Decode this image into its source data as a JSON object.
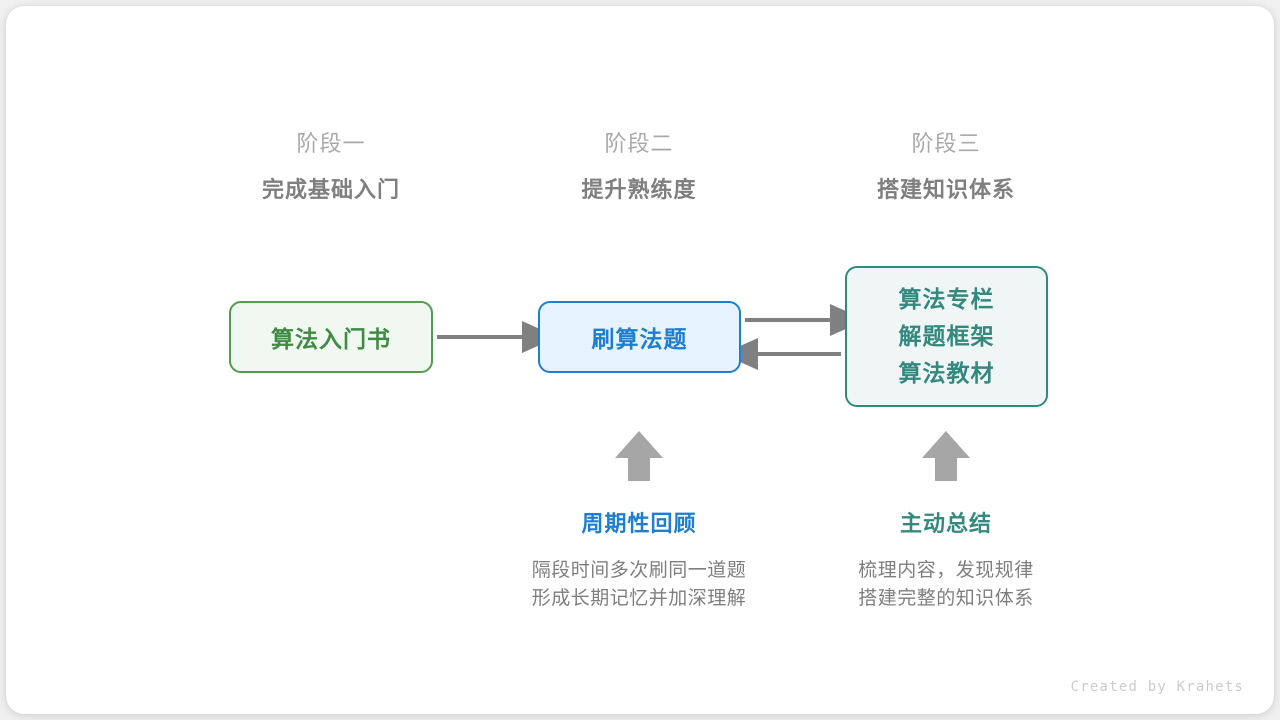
{
  "diagram": {
    "title_credit": "Created by Krahets",
    "colors": {
      "green": "#3f8b43",
      "green_border": "#539b52",
      "green_fill": "#f1f8f1",
      "blue": "#1f7ed0",
      "blue_border": "#1b80d4",
      "blue_fill": "#e6f3fc",
      "teal": "#34897f",
      "teal_border": "#2e8b80",
      "teal_fill": "#eff6f5",
      "arrow_gray": "#808080",
      "stage_label_gray": "#a9a9a9",
      "text_gray": "#7f7f7f"
    },
    "stages": [
      {
        "name": "阶段一",
        "title": "完成基础入门"
      },
      {
        "name": "阶段二",
        "title": "提升熟练度"
      },
      {
        "name": "阶段三",
        "title": "搭建知识体系"
      }
    ],
    "nodes": [
      {
        "id": "book",
        "label": "算法入门书"
      },
      {
        "id": "practice",
        "label": "刷算法题"
      },
      {
        "id": "resources",
        "lines": [
          "算法专栏",
          "解题框架",
          "算法教材"
        ]
      }
    ],
    "notes": [
      {
        "id": "review",
        "title": "周期性回顾",
        "lines": [
          "隔段时间多次刷同一道题",
          "形成长期记忆并加深理解"
        ]
      },
      {
        "id": "summary",
        "title": "主动总结",
        "lines": [
          "梳理内容，发现规律",
          "搭建完整的知识体系"
        ]
      }
    ],
    "connections": [
      {
        "from": "book",
        "to": "practice",
        "direction": "right"
      },
      {
        "from": "practice",
        "to": "resources",
        "direction": "right"
      },
      {
        "from": "resources",
        "to": "practice",
        "direction": "left"
      },
      {
        "from": "review",
        "to": "practice",
        "direction": "up"
      },
      {
        "from": "summary",
        "to": "resources",
        "direction": "up"
      }
    ]
  }
}
